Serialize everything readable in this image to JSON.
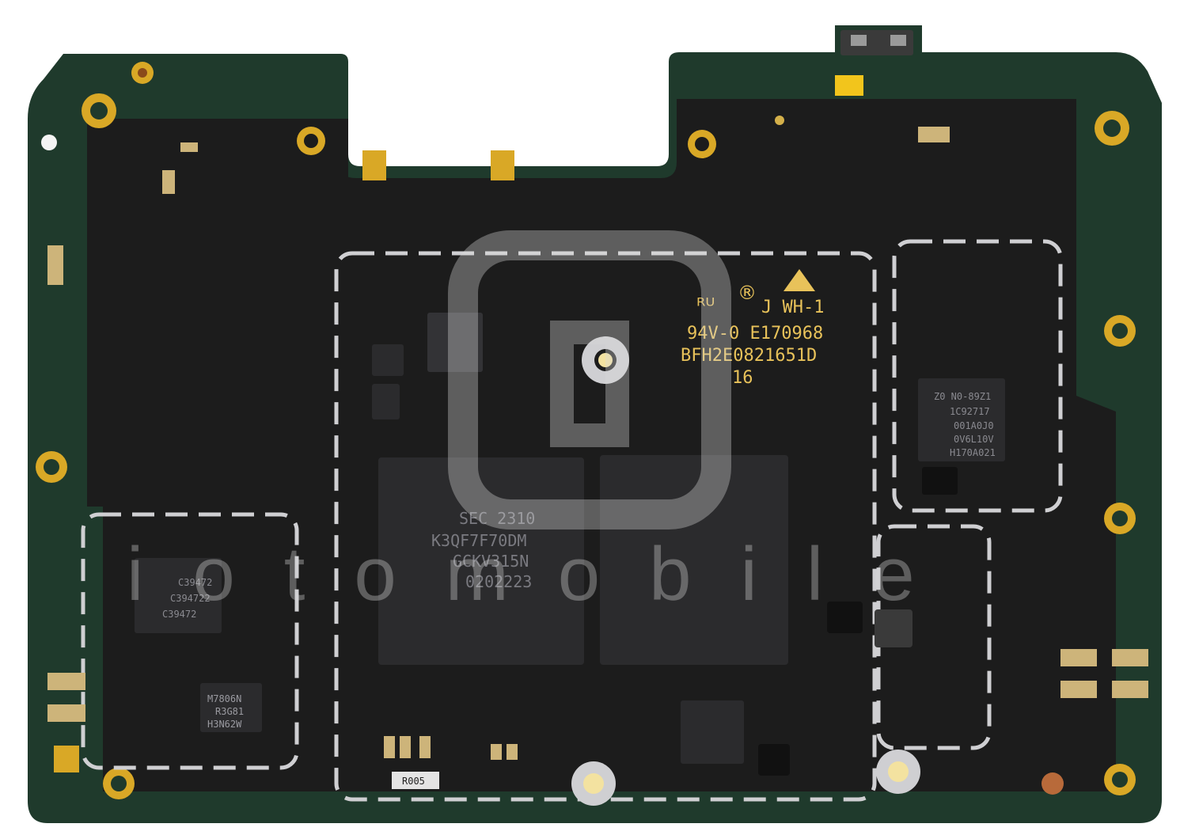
{
  "colors": {
    "board_green": "#1f3a2c",
    "solder_mask": "#1c1c1c",
    "gold": "#d9a826",
    "silkscreen_yellow": "#e8c25a",
    "chip_black": "#2b2b2d",
    "silver": "#cfcfd2",
    "watermark": "#d9d9d9"
  },
  "watermark": {
    "logo_icon": "ifixit-style-logo-icon",
    "text": "iotomobile"
  },
  "board_marking": {
    "line1": "J WH-1",
    "line2": "94V-0  E170968",
    "line3": "BFH2E0821651D",
    "line4": "16",
    "reg_symbol": "®"
  },
  "chips": {
    "memory": {
      "line1": "SEC 2310",
      "line2": "K3QF7F70DM",
      "line3": "GCKV315N",
      "line4": "0202223"
    },
    "right_ic": {
      "line1": "Z0 N0-89Z1",
      "line2": "1C92717",
      "line3": "001A0J0",
      "line4": "0V6L10V",
      "line5": "H170A021"
    },
    "left_ic": {
      "line1": "C39472",
      "line2": "C394722",
      "line3": "C39472"
    },
    "bottom_left_ic": {
      "line1": "M7806N",
      "line2": "R3G81",
      "line3": "H3N62W"
    },
    "resistor": {
      "label": "R005"
    }
  }
}
